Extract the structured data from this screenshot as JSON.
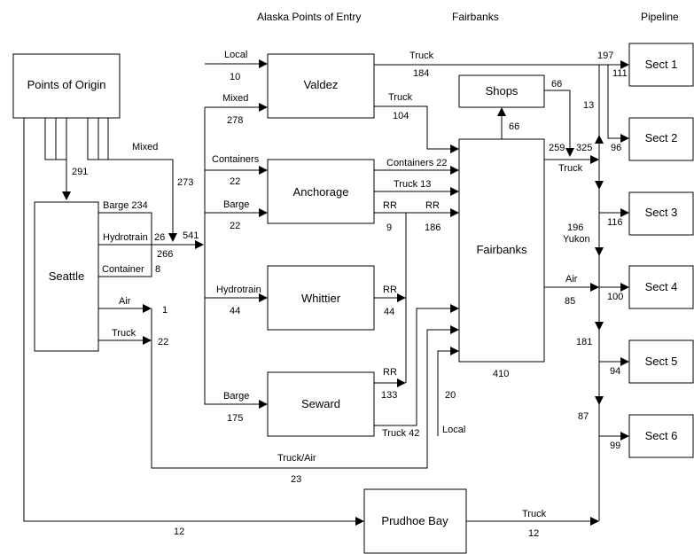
{
  "headers": {
    "entry": "Alaska Points of Entry",
    "fairbanks": "Fairbanks",
    "pipeline": "Pipeline"
  },
  "nodes": {
    "origin": "Points of Origin",
    "seattle": "Seattle",
    "valdez": "Valdez",
    "anchorage": "Anchorage",
    "whittier": "Whittier",
    "seward": "Seward",
    "shops": "Shops",
    "fairbanks": "Fairbanks",
    "prudhoe": "Prudhoe Bay",
    "sect1": "Sect 1",
    "sect2": "Sect 2",
    "sect3": "Sect 3",
    "sect4": "Sect 4",
    "sect5": "Sect 5",
    "sect6": "Sect 6"
  },
  "labels": {
    "origin_seattle_qty": "291",
    "origin_mixed": "Mixed",
    "origin_mixed_qty": "273",
    "seattle_barge": "Barge 234",
    "seattle_hydrotrain": "Hydrotrain",
    "seattle_hydrotrain_qty": "26",
    "seattle_container": "Container",
    "seattle_container_qty": "8",
    "seattle_combined_qty": "266",
    "trunk_qty": "541",
    "seattle_air": "Air",
    "seattle_air_qty": "1",
    "seattle_truck": "Truck",
    "seattle_truck_qty": "22",
    "valdez_local": "Local",
    "valdez_local_qty": "10",
    "valdez_mixed": "Mixed",
    "valdez_mixed_qty": "278",
    "anch_containers_in": "Containers",
    "anch_containers_in_qty": "22",
    "anch_barge_in": "Barge",
    "anch_barge_in_qty": "22",
    "whittier_hydrotrain": "Hydrotrain",
    "whittier_hydrotrain_qty": "44",
    "seward_barge": "Barge",
    "seward_barge_qty": "175",
    "valdez_truck_pipe": "Truck",
    "valdez_truck_pipe_qty": "184",
    "valdez_truck_fbk": "Truck",
    "valdez_truck_fbk_qty": "104",
    "anch_containers_out": "Containers 22",
    "anch_truck_out": "Truck 13",
    "anch_rr_a": "RR",
    "anch_rr_a_qty": "9",
    "anch_rr_b": "RR",
    "anch_rr_b_qty": "186",
    "whittier_rr": "RR",
    "whittier_rr_qty": "44",
    "seward_rr": "RR",
    "seward_rr_qty": "133",
    "seward_truck": "Truck 42",
    "local_fbk_qty": "20",
    "local_fbk": "Local",
    "truck_air": "Truck/Air",
    "truck_air_qty": "23",
    "prudhoe_in_qty": "12",
    "fbk_shops_qty": "66",
    "shops_out_qty": "66",
    "fbk_truck_qty": "259",
    "fbk_truck": "Truck",
    "truck_total_qty": "325",
    "fbk_air": "Air",
    "fbk_air_qty": "85",
    "fbk_out_qty": "410",
    "pipe_top_qty": "197",
    "pipe_up_qty": "13",
    "sect1_qty": "111",
    "sect2_qty": "96",
    "sect3_qty": "116",
    "yukon_qty": "196",
    "yukon": "Yukon",
    "sect4_qty": "100",
    "mid_qty": "181",
    "sect5_qty": "94",
    "low_qty": "87",
    "sect6_qty": "99",
    "prudhoe_truck": "Truck",
    "prudhoe_truck_qty": "12"
  }
}
